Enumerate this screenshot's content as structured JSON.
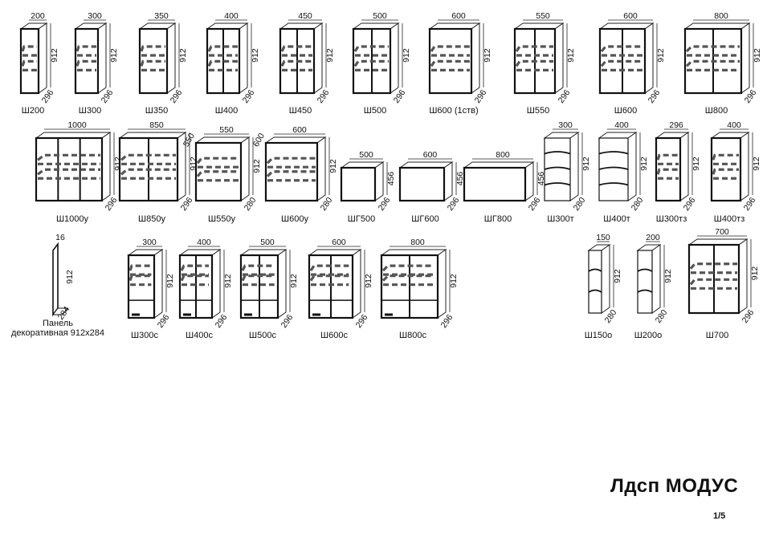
{
  "title": "Лдсп МОДУС",
  "page_number": "1/5",
  "panel": {
    "name_line1": "Панель",
    "name_line2": "декоративная 912x284",
    "thickness": "16",
    "height": "912",
    "depth": "284"
  },
  "rows": [
    [
      {
        "name": "Ш200",
        "width": "200",
        "height": "912",
        "depth": "296"
      },
      {
        "name": "Ш300",
        "width": "300",
        "height": "912",
        "depth": "296"
      },
      {
        "name": "Ш350",
        "width": "350",
        "height": "912",
        "depth": "296"
      },
      {
        "name": "Ш400",
        "width": "400",
        "height": "912",
        "depth": "296"
      },
      {
        "name": "Ш450",
        "width": "450",
        "height": "912",
        "depth": "296"
      },
      {
        "name": "Ш500",
        "width": "500",
        "height": "912",
        "depth": "296"
      },
      {
        "name": "Ш600 (1ств)",
        "width": "600",
        "height": "912",
        "depth": "296"
      },
      {
        "name": "Ш550",
        "width": "550",
        "height": "912",
        "depth": "296"
      },
      {
        "name": "Ш600",
        "width": "600",
        "height": "912",
        "depth": "296"
      },
      {
        "name": "Ш800",
        "width": "800",
        "height": "912",
        "depth": "296"
      }
    ],
    [
      {
        "name": "Ш1000у",
        "width": "1000",
        "height": "912",
        "depth": "296"
      },
      {
        "name": "Ш850у",
        "width": "850",
        "height": "912",
        "depth": "296"
      },
      {
        "name": "Ш550у",
        "width": "550",
        "width2": "550",
        "height": "912",
        "depth": "280"
      },
      {
        "name": "Ш600у",
        "width": "600",
        "width2": "600",
        "height": "912",
        "depth": "280"
      },
      {
        "name": "ШГ500",
        "width": "500",
        "height": "456",
        "depth": "296"
      },
      {
        "name": "ШГ600",
        "width": "600",
        "height": "456",
        "depth": "296"
      },
      {
        "name": "ШГ800",
        "width": "800",
        "height": "456",
        "depth": "296"
      },
      {
        "name": "Ш300т",
        "width": "300",
        "height": "912",
        "depth": "280"
      },
      {
        "name": "Ш400т",
        "width": "400",
        "height": "912",
        "depth": "280"
      },
      {
        "name": "Ш300тз",
        "width": "296",
        "height": "912",
        "depth": "296"
      },
      {
        "name": "Ш400тз",
        "width": "400",
        "height": "912",
        "depth": "296"
      }
    ],
    [
      {
        "name": "Ш300с",
        "width": "300",
        "height": "912",
        "depth": "296"
      },
      {
        "name": "Ш400с",
        "width": "400",
        "height": "912",
        "depth": "296"
      },
      {
        "name": "Ш500с",
        "width": "500",
        "height": "912",
        "depth": "296"
      },
      {
        "name": "Ш600с",
        "width": "600",
        "height": "912",
        "depth": "296"
      },
      {
        "name": "Ш800с",
        "width": "800",
        "height": "912",
        "depth": "296"
      },
      {
        "name": "Ш150о",
        "width": "150",
        "height": "912",
        "depth": "280"
      },
      {
        "name": "Ш200о",
        "width": "200",
        "height": "912",
        "depth": "280"
      },
      {
        "name": "Ш700",
        "width": "700",
        "height": "912",
        "depth": "296"
      }
    ]
  ]
}
